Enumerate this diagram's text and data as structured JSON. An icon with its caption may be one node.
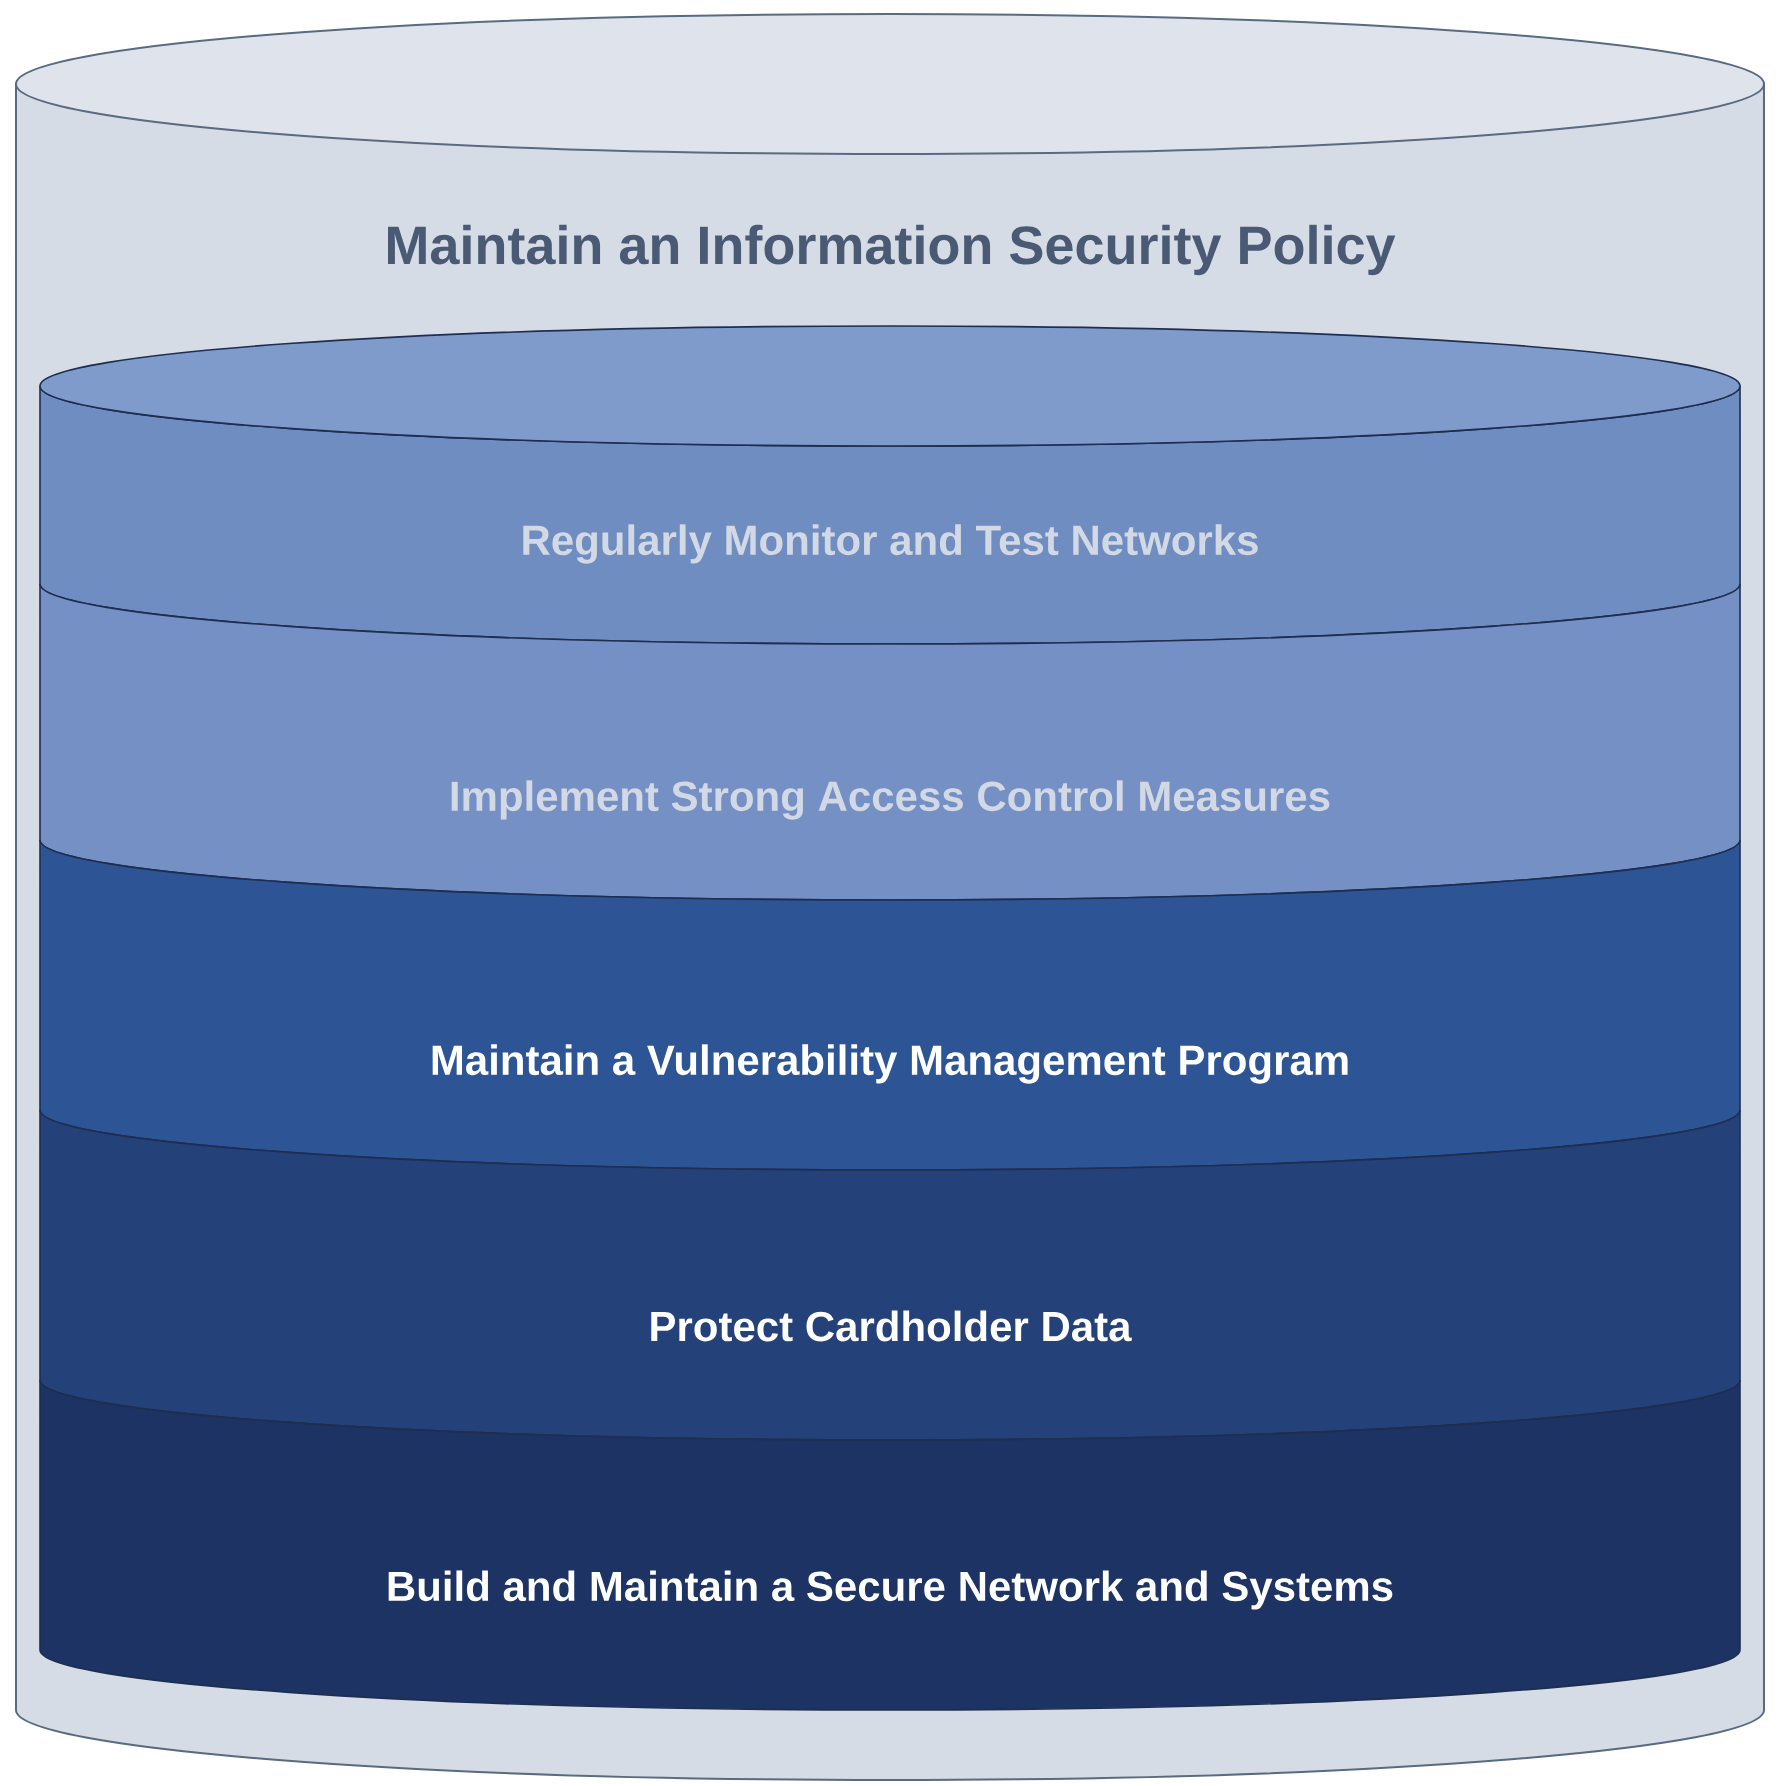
{
  "diagram": {
    "nodes": [
      {
        "text": [
          "Maintain an Information Security Policy"
        ]
      },
      {
        "text": [
          "Regularly Monitor and Test Networks"
        ],
        "in": 0
      },
      {
        "text": [
          "Implement Strong Access Control Measures"
        ],
        "in": 0
      },
      {
        "text": [
          "Maintain a Vulnerability Management Program"
        ],
        "in": 0
      },
      {
        "text": [
          "Protect Cardholder Data"
        ],
        "in": 0
      },
      {
        "text": [
          "Build and Maintain a Secure Network and Systems"
        ],
        "in": 0
      }
    ]
  }
}
